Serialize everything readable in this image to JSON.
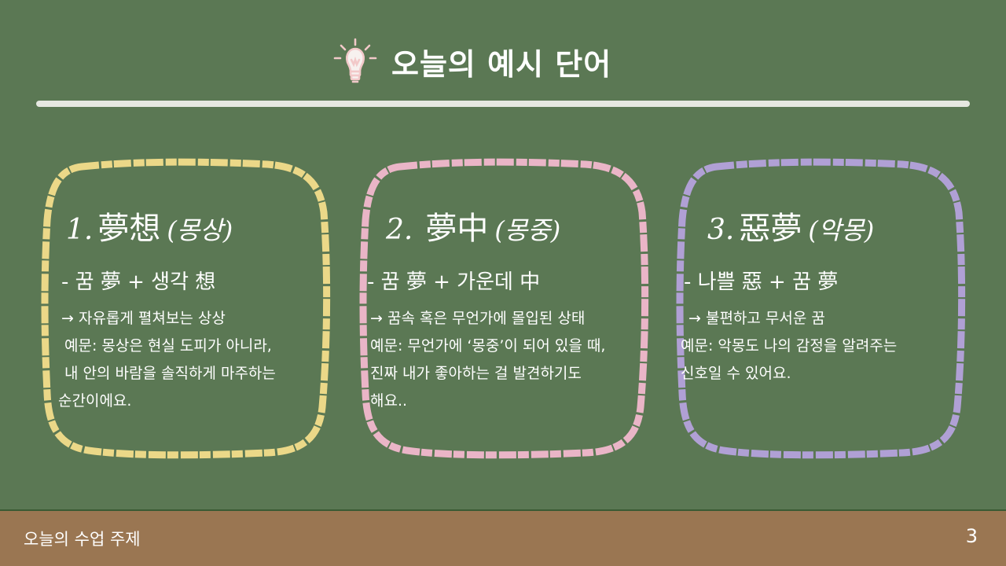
{
  "title": "오늘의 예시 단어",
  "accent_colors": {
    "background": "#5b7854",
    "divider": "#f2f2ee",
    "card1": "#f3dd8b",
    "card2": "#f2b8cd",
    "card3": "#b5a2dc",
    "footer": "#9a7652"
  },
  "icons": {
    "title_icon": "lightbulb-icon"
  },
  "cards": [
    {
      "number": "1.",
      "hanja": "夢想",
      "reading": "(몽상)",
      "breakdown": "- 꿈 夢 + 생각 想",
      "body": [
        "→ 자유롭게 펼쳐보는 상상",
        "예문: 몽상은 현실 도피가 아니라,",
        "내 안의 바람을 솔직하게 마주하는",
        "순간이에요."
      ]
    },
    {
      "number": "2.",
      "hanja": "夢中",
      "reading": "(몽중)",
      "breakdown": "- 꿈 夢 + 가운데 中",
      "body": [
        "→ 꿈속 혹은 무언가에 몰입된 상태",
        "예문: 무언가에 ‘몽중’이 되어 있을 때,",
        "진짜 내가 좋아하는 걸 발견하기도",
        "해요.."
      ]
    },
    {
      "number": "3.",
      "hanja": "惡夢",
      "reading": "(악몽)",
      "breakdown": "-  나쁠 惡 + 꿈 夢",
      "body": [
        "→ 불편하고 무서운 꿈",
        "예문: 악몽도 나의 감정을 알려주는",
        "신호일 수 있어요."
      ]
    }
  ],
  "footer": {
    "label": "오늘의 수업 주제",
    "page_number": "3"
  }
}
